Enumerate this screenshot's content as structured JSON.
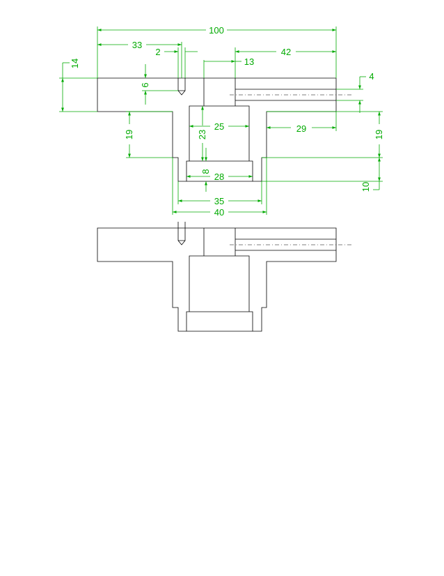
{
  "drawing": {
    "colors": {
      "geometry": "#000000",
      "dimension": "#00aa00",
      "background": "#ffffff"
    },
    "dimensions": {
      "d100": "100",
      "d33": "33",
      "d2": "2",
      "d42": "42",
      "d13": "13",
      "d14": "14",
      "d6": "6",
      "d4": "4",
      "d25": "25",
      "d23": "23",
      "d29": "29",
      "d19_left": "19",
      "d19_right": "19",
      "d8": "8",
      "d28": "28",
      "d10": "10",
      "d35": "35",
      "d40": "40"
    }
  }
}
